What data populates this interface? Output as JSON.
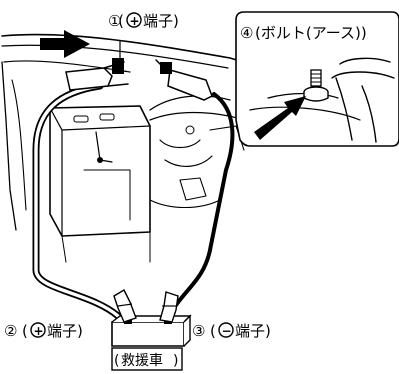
{
  "labels": {
    "l1": {
      "num": "①",
      "sign": "+",
      "text": "端子)"
    },
    "l4": {
      "num": "④",
      "text": "(ボルト(アース))"
    },
    "l2": {
      "num": "②",
      "sign": "+",
      "text": "端子)"
    },
    "l3": {
      "num": "③",
      "sign": "−",
      "text": "端子)"
    },
    "rescue": "救援車"
  }
}
